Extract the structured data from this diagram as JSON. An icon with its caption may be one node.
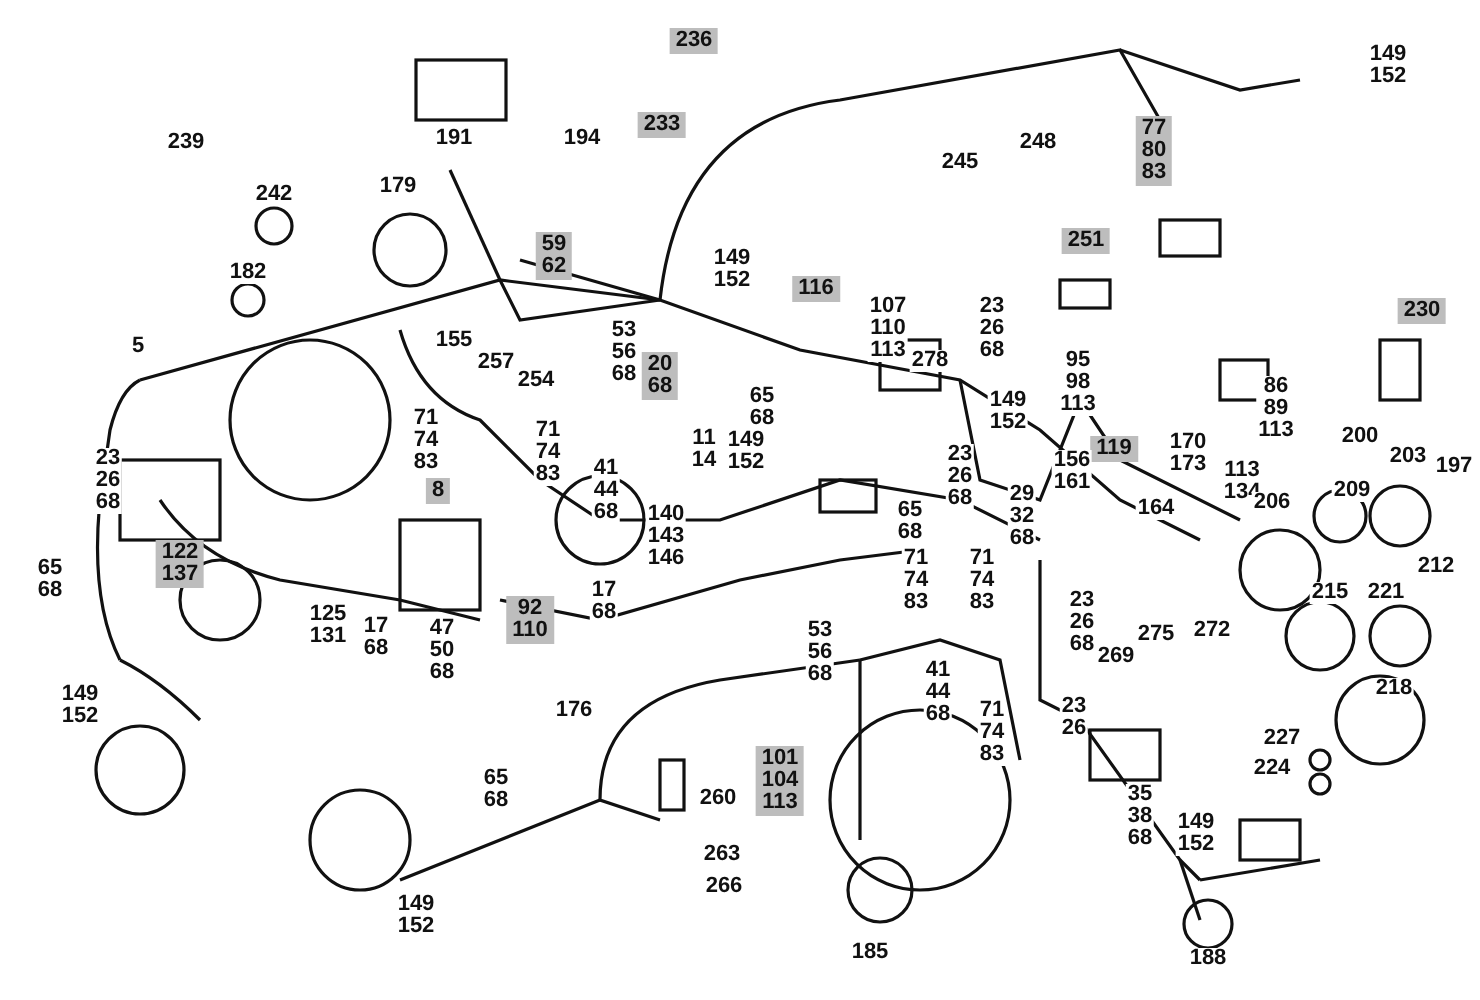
{
  "diagram": {
    "labels": [
      "236",
      "149 152",
      "191",
      "194",
      "233",
      "77 80 83",
      "239",
      "245",
      "248",
      "242",
      "179",
      "182",
      "149 152",
      "59 62",
      "251",
      "116",
      "230",
      "107 110 113",
      "23 26 68",
      "278",
      "155",
      "53 56 68",
      "20 68",
      "257",
      "254",
      "5",
      "95 98 113",
      "149 152",
      "65 68",
      "71 74 83",
      "71 74 83",
      "86 89 113",
      "23 26 68",
      "11 14",
      "149 152",
      "170 173",
      "200",
      "203",
      "119",
      "156 161",
      "113 134",
      "23 26 68",
      "197",
      "41 44 68",
      "29 32 68",
      "209",
      "8",
      "140 143 146",
      "65 68",
      "206",
      "164",
      "71 74 83",
      "71 74 83",
      "65 68",
      "122 137",
      "17 68",
      "215",
      "221",
      "212",
      "125 131",
      "17 68",
      "47 50 68",
      "92 110",
      "23 26 68",
      "275",
      "272",
      "53 56 68",
      "269",
      "218",
      "41 44 68",
      "23 26",
      "176",
      "71 74 83",
      "65 68",
      "101 104 113",
      "227",
      "224",
      "260",
      "35 38 68",
      "149 152",
      "149 152",
      "263",
      "149 152",
      "266",
      "185",
      "188"
    ]
  }
}
